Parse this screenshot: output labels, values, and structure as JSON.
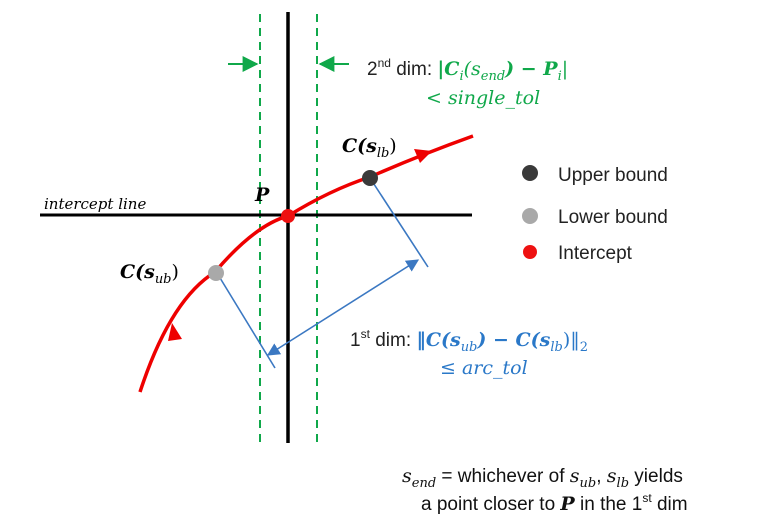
{
  "colors": {
    "curve": "#ee0000",
    "axis": "#000000",
    "dashed_guides": "#10a84a",
    "dimension_blue": "#3b78c2",
    "upper_bound": "#3a3a3a",
    "lower_bound": "#a9a9a9",
    "intercept": "#ee1111",
    "green_text": "#10a84a",
    "blue_text": "#2a78c8"
  },
  "labels": {
    "intercept_line": "intercept line",
    "point_P": "P",
    "c_slb": "C(s",
    "c_slb_sub": "lb",
    "c_sub": "C(s",
    "c_sub_sub": "ub",
    "close_paren": ")"
  },
  "legend": {
    "upper": "Upper bound",
    "lower": "Lower bound",
    "intercept": "Intercept"
  },
  "second_dim": {
    "prefix": "2",
    "sup": "nd",
    "dim_word": " dim: ",
    "formula_line1": "|C",
    "formula_i1": "i",
    "formula_mid": "(s",
    "formula_end": "end",
    "formula_rest": ") − P",
    "formula_i2": "i",
    "formula_close": "|",
    "formula_line2": "< single_tol"
  },
  "first_dim": {
    "prefix": "1",
    "sup": "st",
    "dim_word": " dim: ",
    "formula_a": "‖C(s",
    "formula_sub1": "ub",
    "formula_b": ") − C(s",
    "formula_sub2": "lb",
    "formula_c": ")‖",
    "formula_sub3": "2",
    "formula_line2": "≤ arc_tol"
  },
  "footnote": {
    "s": "s",
    "end": "end",
    "line1_rest": " = whichever of ",
    "s_ub": "s",
    "ub": "ub",
    "comma": ", ",
    "s_lb": "s",
    "lb": "lb",
    "yields": " yields",
    "line2_a": "a point closer to ",
    "P": "P",
    "line2_b": " in the 1",
    "sup": "st",
    "line2_c": " dim"
  }
}
